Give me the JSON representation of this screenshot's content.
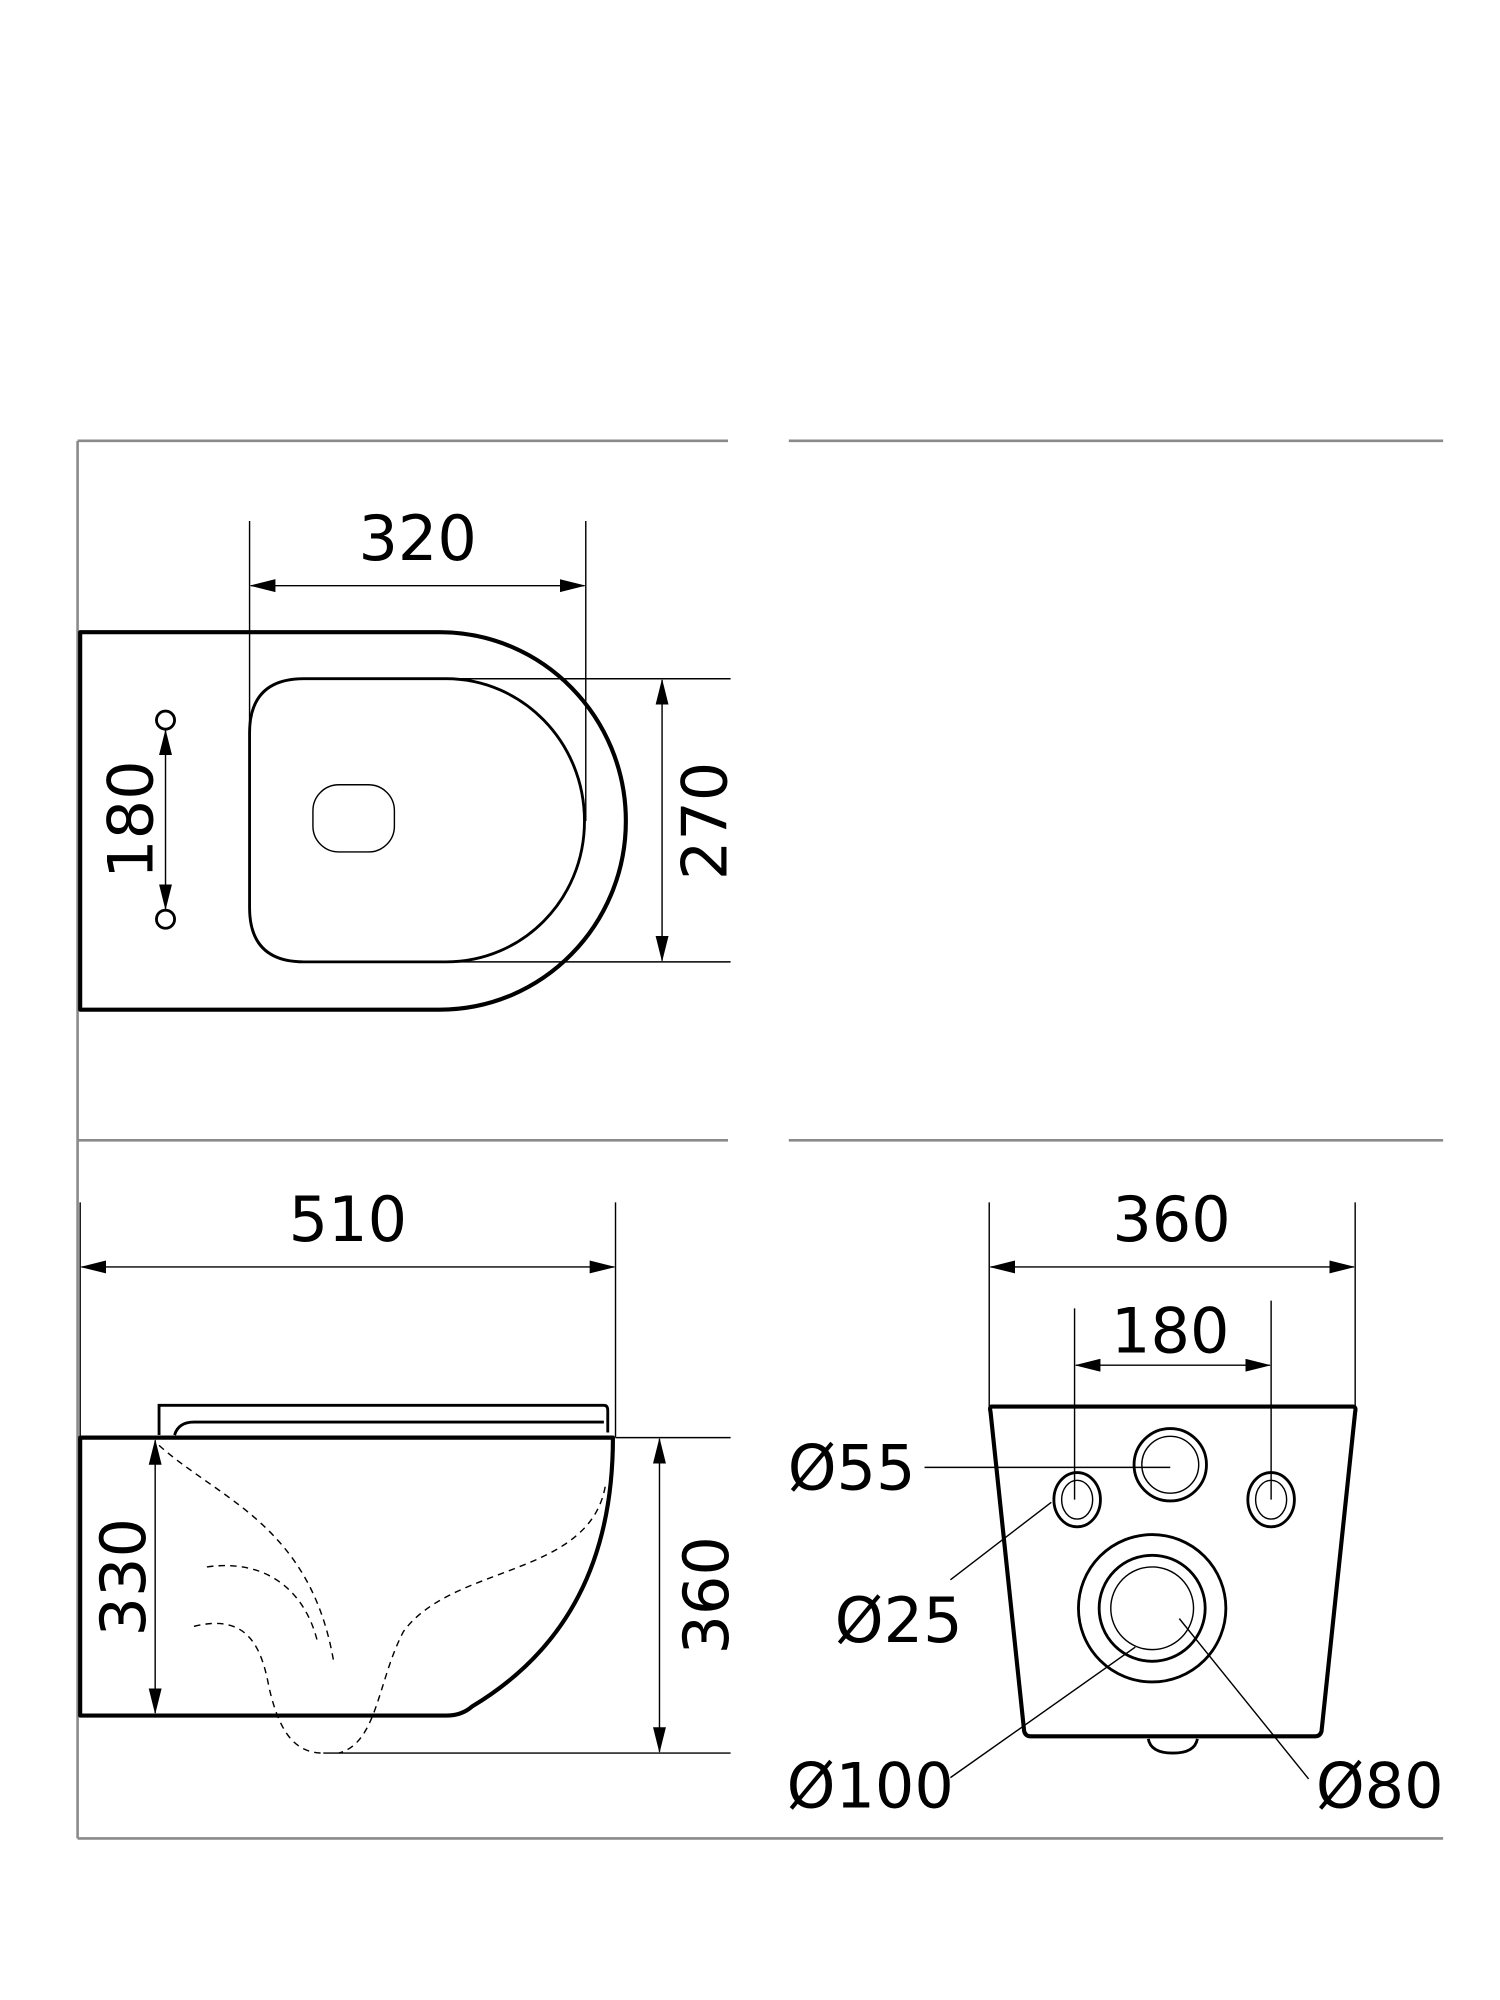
{
  "top_view": {
    "width_label": "320",
    "depth_label": "270",
    "bolt_spacing_label": "180"
  },
  "side_view": {
    "length_label": "510",
    "height_label": "330",
    "total_height_label": "360"
  },
  "rear_view": {
    "width_label": "360",
    "bolt_spacing_label": "180",
    "inlet_label": "Ø55",
    "bolt_hole_label": "Ø25",
    "outlet_outer_label": "Ø100",
    "outlet_inner_label": "Ø80"
  },
  "colors": {
    "frame_lines": "#8a8a8a",
    "drawing_lines": "#000000",
    "background": "#ffffff"
  }
}
